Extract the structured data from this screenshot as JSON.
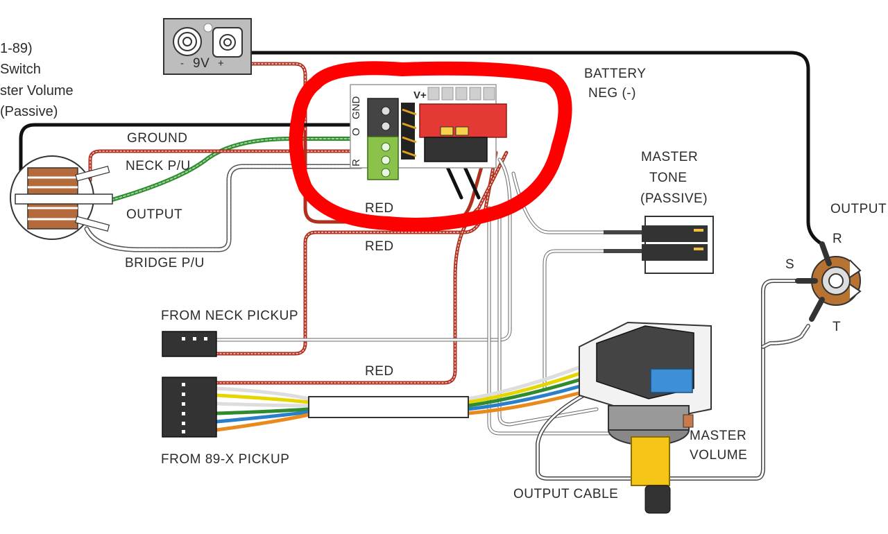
{
  "left_text": {
    "line1": "1-89)",
    "line2": "Switch",
    "line3": "ster Volume",
    "line4": "(Passive)"
  },
  "battery": {
    "voltage_label": "9V",
    "minus": "-",
    "plus": "+"
  },
  "labels": {
    "battery_neg": [
      "BATTERY",
      "NEG (-)"
    ],
    "ground": "GROUND",
    "neck_pu": "NECK P/U",
    "output_left": "OUTPUT",
    "bridge_pu": "BRIDGE P/U",
    "red_1": "RED",
    "red_2": "RED",
    "red_3": "RED",
    "master_tone": [
      "MASTER",
      "TONE",
      "(PASSIVE)"
    ],
    "output_jack": "OUTPUT",
    "jack_r": "R",
    "jack_s": "S",
    "jack_t": "T",
    "from_neck": "FROM NECK PICKUP",
    "from_89x": "FROM 89-X PICKUP",
    "master_volume": [
      "MASTER",
      "VOLUME"
    ],
    "output_cable": "OUTPUT CABLE"
  },
  "board": {
    "v_plus": "V+",
    "gnd": "GND",
    "pin_o": "O",
    "pin_r": "R"
  },
  "colors": {
    "wire_red": "#c0392b",
    "wire_green": "#3a9a3a",
    "wire_black": "#111111",
    "highlight": "#ff0000",
    "connector_red": "#e53935",
    "terminal_green": "#8bc34a",
    "pot_shaft": "#f5c518",
    "jack_brass": "#b87333",
    "blue_cap": "#3d8fd6"
  }
}
